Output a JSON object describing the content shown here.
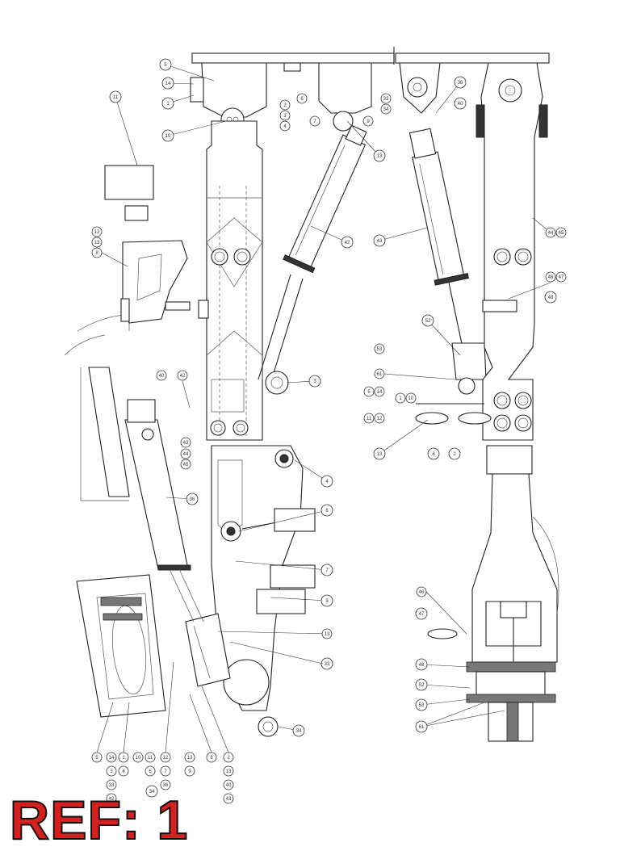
{
  "ref_label": "REF: 1",
  "colors": {
    "line": "#222222",
    "ref_label": "#d62020",
    "ref_outline": "#111111"
  },
  "balloons": [
    "5",
    "14",
    "1",
    "10",
    "11",
    "12",
    "13",
    "8",
    "2",
    "3",
    "4",
    "6",
    "7",
    "9",
    "13",
    "33",
    "34",
    "36",
    "40",
    "42",
    "43",
    "44",
    "45",
    "46",
    "47",
    "48",
    "52",
    "53",
    "61"
  ]
}
